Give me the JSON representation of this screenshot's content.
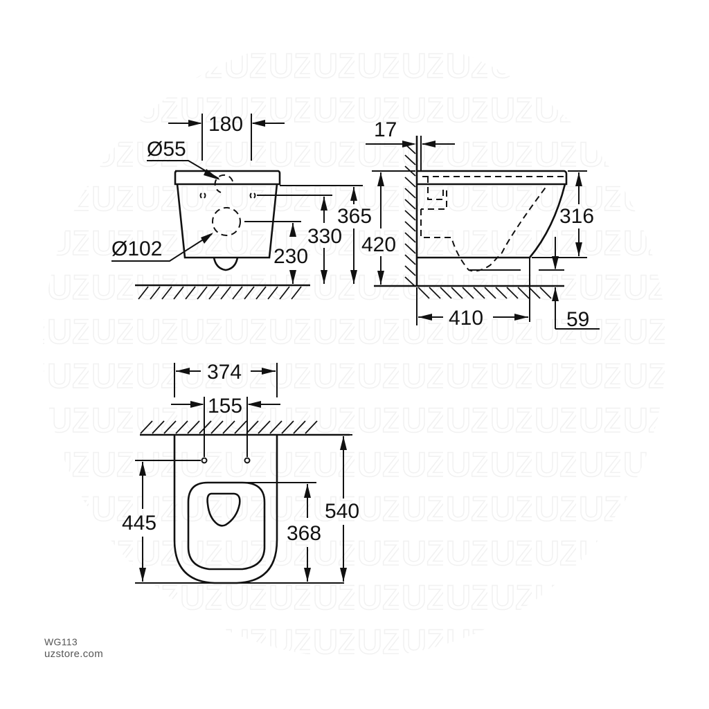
{
  "figure": {
    "type": "technical-dimension-drawing",
    "subject": "wall-hung toilet",
    "units": "mm",
    "brand_tag": {
      "model_code": "WG113",
      "site": "uzstore.com"
    },
    "watermark_text": "UZ",
    "front_view": {
      "dims": {
        "fixing_spacing": "180",
        "inlet_diameter": "Ø55",
        "outlet_diameter": "Ø102",
        "outlet_height": "230",
        "fixing_height": "330",
        "top_height": "365"
      }
    },
    "side_view": {
      "dims": {
        "wall_gap": "17",
        "total_height": "420",
        "bowl_height": "316",
        "projection": "410",
        "bottom_clearance": "59"
      }
    },
    "top_view": {
      "dims": {
        "width": "374",
        "fixing_spacing": "155",
        "fixing_to_front": "445",
        "seat_length": "368",
        "total_length": "540"
      }
    }
  }
}
